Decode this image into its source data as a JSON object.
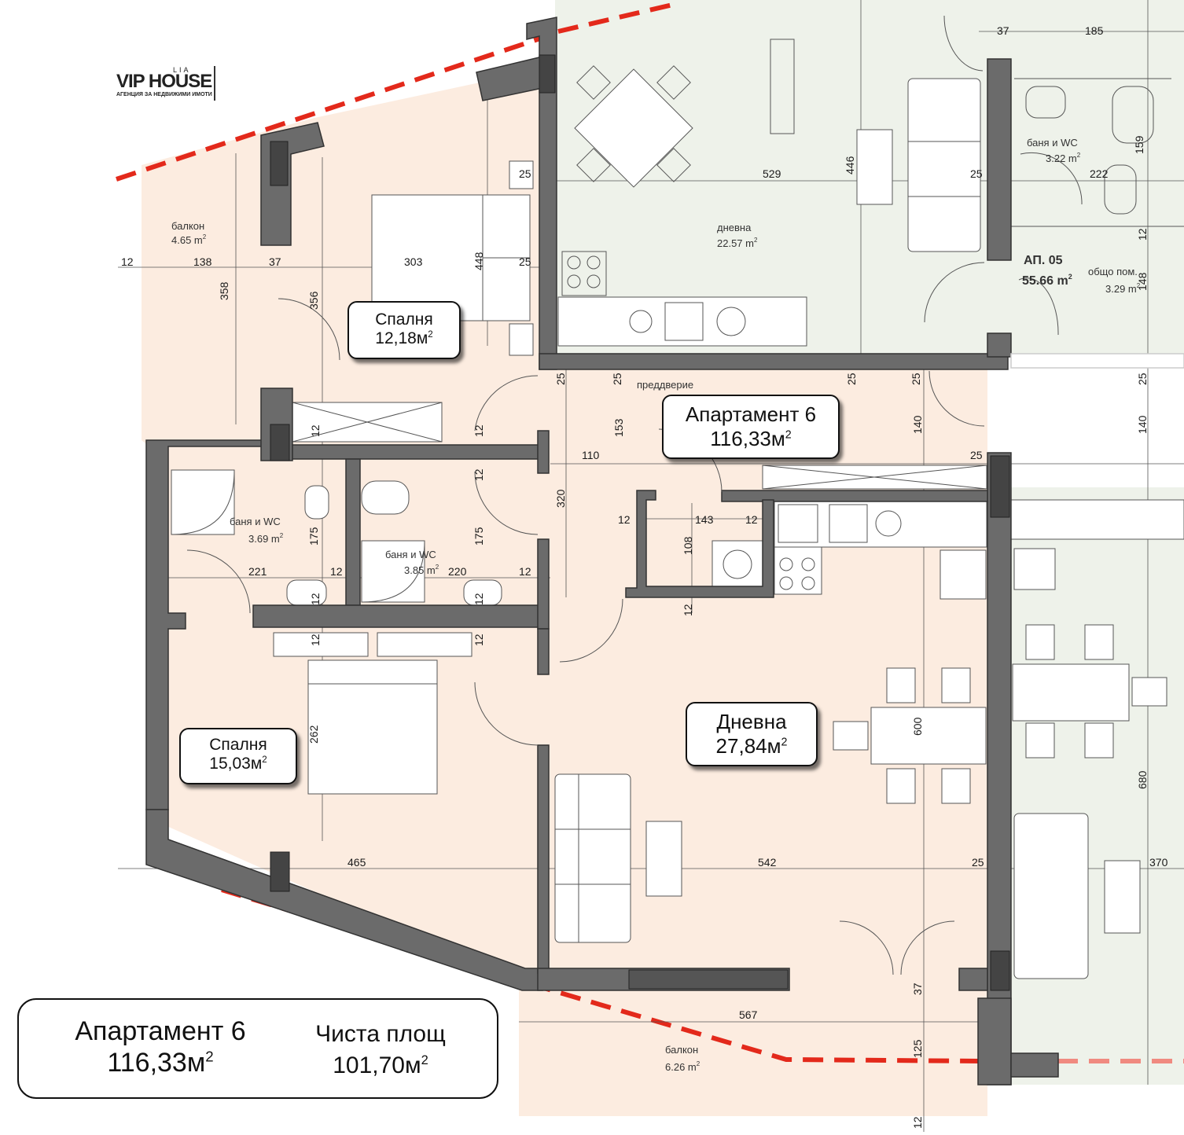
{
  "logo": {
    "brand": "VIP HOUSE",
    "superscript": "LIA",
    "tagline": "АГЕНЦИЯ ЗА НЕДВИЖИМИ ИМОТИ"
  },
  "labels": {
    "bedroom1": {
      "name": "Спалня",
      "area": "12,18м"
    },
    "bedroom2": {
      "name": "Спалня",
      "area": "15,03м"
    },
    "apartment": {
      "name": "Апартамент 6",
      "area": "116,33м"
    },
    "living": {
      "name": "Дневна",
      "area": "27,84м"
    }
  },
  "summary": {
    "name": "Апартамент 6",
    "area": "116,33м",
    "net_label": "Чиста площ",
    "net_area": "101,70м"
  },
  "rooms": {
    "balcony_top": {
      "name": "балкон",
      "area": "4.65 m"
    },
    "bath1": {
      "name": "баня и WC",
      "area": "3.69 m"
    },
    "bath2": {
      "name": "баня и WC",
      "area": "3.85 m"
    },
    "hall": {
      "name": "преддверие"
    },
    "balcony_bottom": {
      "name": "балкон",
      "area": "6.26 m"
    },
    "neighbor_living": {
      "name": "дневна",
      "area": "22.57 m"
    },
    "neighbor_bath": {
      "name": "баня и WC",
      "area": "3.22 m"
    },
    "neighbor_apt": {
      "name": "АП. 05",
      "area": "55.66 m"
    },
    "neighbor_common": {
      "name": "общо пом.",
      "area": "3.29 m"
    }
  },
  "dimensions": {
    "d37a": "37",
    "d185": "185",
    "d25a": "25",
    "d529": "529",
    "d446": "446",
    "d25b": "25",
    "d222": "222",
    "d159": "159",
    "d12a": "12",
    "d138": "138",
    "d37b": "37",
    "d303": "303",
    "d448": "448",
    "d25c": "25",
    "d358": "358",
    "d356": "356",
    "d25d": "25",
    "d25e": "25",
    "d25f": "25",
    "d25g": "25",
    "d25h": "25",
    "d153": "153",
    "d140a": "140",
    "d140b": "140",
    "d12b": "12",
    "d12c": "12",
    "d110": "110",
    "d25i": "25",
    "d12d": "12",
    "d320": "320",
    "d12e": "12",
    "d143": "143",
    "d12f": "12",
    "d175a": "175",
    "d175b": "175",
    "d108": "108",
    "d221": "221",
    "d12g": "12",
    "d220": "220",
    "d12h": "12",
    "d12i": "12",
    "d12j": "12",
    "d12k": "12",
    "d12l": "12",
    "d12m": "12",
    "d600": "600",
    "d680": "680",
    "d262": "262",
    "d465": "465",
    "d542": "542",
    "d25j": "25",
    "d370": "370",
    "d37c": "37",
    "d567": "567",
    "d125": "125",
    "d12n": "12",
    "d12o": "12",
    "d148": "148"
  },
  "colors": {
    "floor": "#fcece0",
    "neighbor": "#eef2ea",
    "wall": "#6b6b6b",
    "balcony_edge": "#e3291b"
  }
}
